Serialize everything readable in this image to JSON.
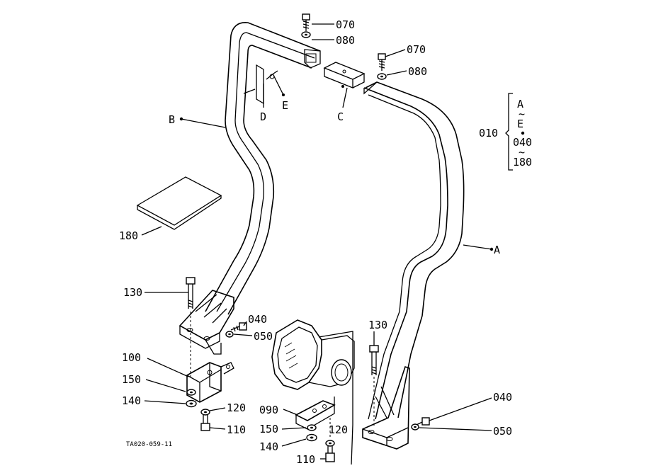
{
  "labels": {
    "p070a": "070",
    "p080a": "080",
    "p070b": "070",
    "p080b": "080",
    "pB": "B",
    "pD": "D",
    "pE": "E",
    "pC": "C",
    "pA": "A",
    "p180": "180",
    "p130a": "130",
    "p130b": "130",
    "p040a": "040",
    "p050a": "050",
    "p100": "100",
    "p150a": "150",
    "p140a": "140",
    "p120a": "120",
    "p110a": "110",
    "p090": "090",
    "p150b": "150",
    "p140b": "140",
    "p120b": "120",
    "p110b": "110",
    "p040b": "040",
    "p050b": "050",
    "code": "TA020-059-11"
  },
  "assembly": {
    "ref": "010",
    "range1_start": "A",
    "range1_sep": "~",
    "range1_end": "E",
    "range2_start": "040",
    "range2_sep": "~",
    "range2_end": "180"
  }
}
